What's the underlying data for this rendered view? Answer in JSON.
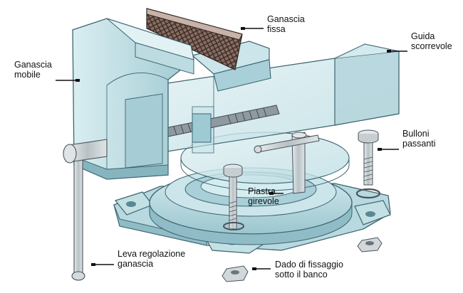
{
  "labels": {
    "ganascia_fissa": "Ganascia\nfissa",
    "guida_scorrevole": "Guida\nscorrevole",
    "ganascia_mobile": "Ganascia\nmobile",
    "bulloni_passanti": "Bulloni\npassanti",
    "piastra_girevole": "Piastra\ngirevole",
    "leva_regolazione": "Leva regolazione\nganascia",
    "dado_fissaggio": "Dado di fissaggio\nsotto il banco"
  },
  "colors": {
    "body_light": "#cfe6ea",
    "body_mid": "#a9d0d8",
    "body_dark": "#7fb3bf",
    "outline": "#3d6570",
    "metal": "#c9d0d3",
    "metal_dark": "#8c979c",
    "callout": "#111111"
  }
}
